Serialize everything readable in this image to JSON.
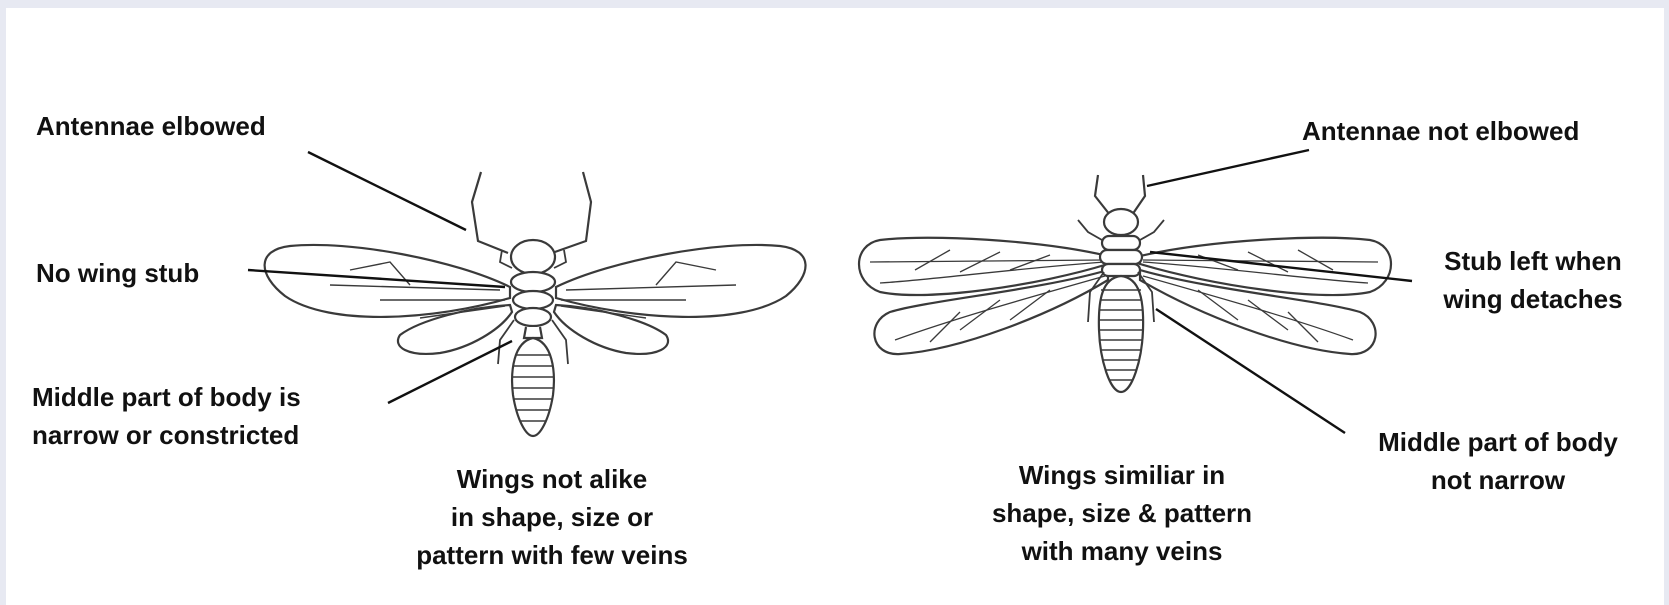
{
  "diagram": {
    "left_insect": {
      "labels": {
        "antennae": "Antennae elbowed",
        "wing_stub": "No wing stub",
        "body_line1": "Middle part of body is",
        "body_line2": "narrow or constricted",
        "wings_line1": "Wings not alike",
        "wings_line2": "in shape, size or",
        "wings_line3": "pattern with few veins"
      }
    },
    "right_insect": {
      "labels": {
        "antennae": "Antennae not elbowed",
        "stub_line1": "Stub left when",
        "stub_line2": "wing detaches",
        "body_line1": "Middle part of body",
        "body_line2": "not narrow",
        "wings_line1": "Wings similiar in",
        "wings_line2": "shape, size & pattern",
        "wings_line3": "with many veins"
      }
    },
    "colors": {
      "line": "#111111",
      "drawing": "#3a3a3a",
      "background": "#ffffff",
      "frame": "#e7e9f2"
    }
  }
}
